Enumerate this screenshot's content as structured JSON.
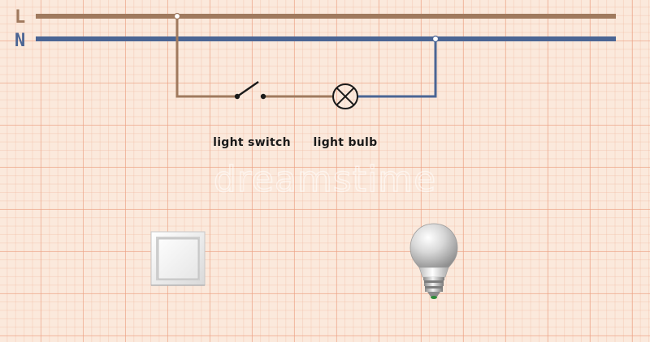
{
  "lines": {
    "live": {
      "letter": "L",
      "color": "#a07a5e"
    },
    "neutral": {
      "letter": "N",
      "color": "#4a6594"
    }
  },
  "components": {
    "switch": {
      "label": "light switch"
    },
    "bulb": {
      "label": "light bulb"
    }
  },
  "watermark": {
    "text": "dreamstime"
  },
  "colors": {
    "grid_background": "#fbe9dc",
    "grid_lines": "#eca082",
    "label_text": "#1a1a1a"
  },
  "icons": {
    "switch_picture": "wall-light-switch-icon",
    "bulb_picture": "led-light-bulb-icon",
    "switch_symbol": "switch-symbol-icon",
    "lamp_symbol": "lamp-symbol-icon"
  }
}
